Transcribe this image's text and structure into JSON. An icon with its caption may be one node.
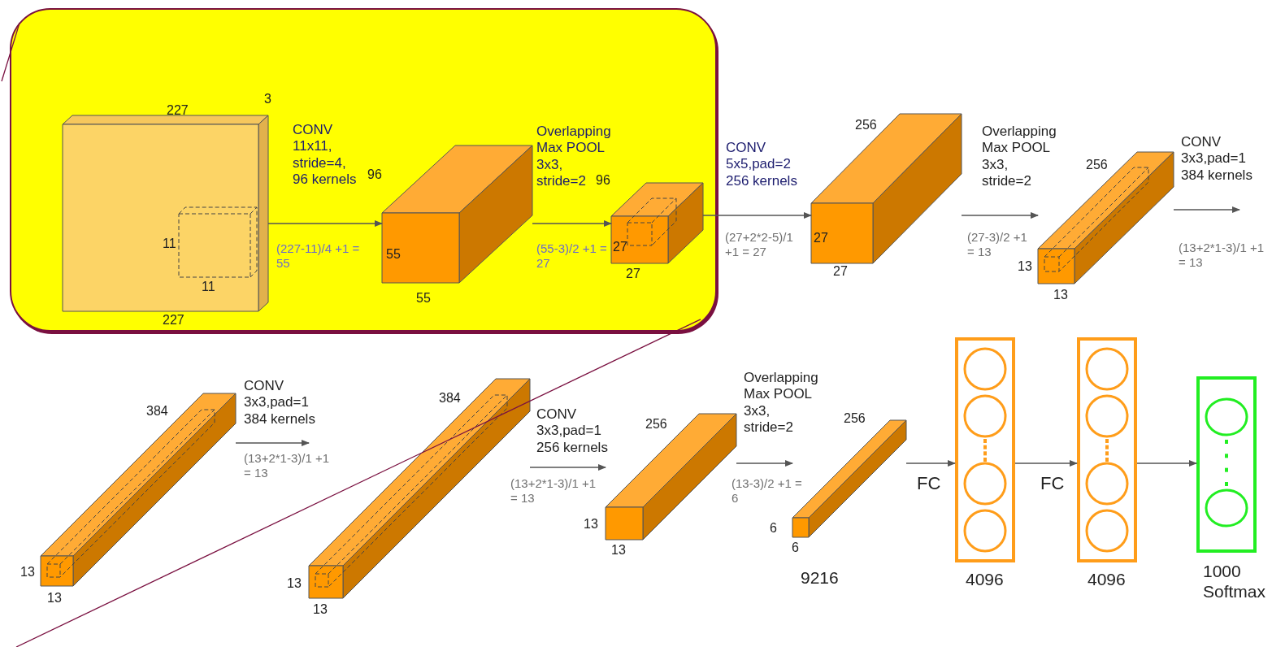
{
  "diagram": {
    "nodes": [
      {
        "text": [],
        "shape": "box"
      },
      {
        "text": [
          "11",
          "11"
        ],
        "in": 0,
        "beside": [
          "227",
          "3",
          "227"
        ]
      },
      {
        "text": [
          "55"
        ],
        "in": 0,
        "beside": [
          "96",
          "55"
        ]
      },
      {
        "text": [
          "27"
        ],
        "in": 0,
        "beside": [
          "96",
          "27"
        ]
      },
      {
        "text": [
          "27"
        ],
        "beside": [
          "256",
          "27"
        ]
      },
      {
        "text": [],
        "shape": "box",
        "beside": [
          "256",
          "13",
          "13"
        ]
      },
      {
        "text": [],
        "shape": "box",
        "beside": [
          "384",
          "13",
          "13"
        ]
      },
      {
        "text": [],
        "shape": "box",
        "beside": [
          "384",
          "13",
          "13"
        ]
      },
      {
        "text": [],
        "shape": "box",
        "beside": [
          "256",
          "13",
          "13"
        ]
      },
      {
        "text": [],
        "shape": "box",
        "beside": [
          "256",
          "6",
          "6",
          "9216"
        ]
      },
      {
        "text": [],
        "shape": "box",
        "beside": [
          "4096"
        ]
      },
      {
        "text": [],
        "shape": "box",
        "beside": [
          "4096"
        ]
      },
      {
        "text": [],
        "shape": "box",
        "beside": [
          "1000 Softmax"
        ]
      }
    ],
    "edges": [
      {
        "from": 1,
        "to": 2,
        "arrow": "to",
        "label": "CONV 11x11, stride=4, 96 kernels"
      },
      {
        "from": 2,
        "to": 3,
        "arrow": "to",
        "label": "Overlapping Max POOL 3x3, stride=2"
      },
      {
        "from": 3,
        "to": 4,
        "arrow": "to",
        "label": "CONV 5x5,pad=2 256 kernels"
      },
      {
        "from": 4,
        "to": 5,
        "arrow": "to",
        "label": "Overlapping Max POOL 3x3, stride=2"
      },
      {
        "from": 5,
        "to": null,
        "arrow": "to",
        "label": "CONV 3x3,pad=1 384 kernels"
      },
      {
        "from": 6,
        "to": 7,
        "arrow": "to",
        "label": "CONV 3x3,pad=1 384 kernels"
      },
      {
        "from": 7,
        "to": 8,
        "arrow": "to",
        "label": "CONV 3x3,pad=1 256 kernels"
      },
      {
        "from": 8,
        "to": 9,
        "arrow": "to",
        "label": "Overlapping Max POOL 3x3, stride=2"
      },
      {
        "from": 9,
        "to": 10,
        "arrow": "to",
        "label": "FC"
      },
      {
        "from": 10,
        "to": 11,
        "arrow": "to",
        "label": "FC"
      },
      {
        "from": 11,
        "to": 12,
        "arrow": "to"
      },
      {
        "from": 0,
        "to": null,
        "arrow": "none",
        "color": "#7a1040"
      },
      {
        "from": 0,
        "to": null,
        "arrow": "none",
        "color": "#7a1040"
      }
    ],
    "labels": [
      "(227-11)/4 +1 = 55",
      "(55-3)/2 +1 = 27",
      "(27+2*2-5)/1 +1 = 27",
      "(27-3)/2 +1 = 13",
      "(13+2*1-3)/1 +1 = 13",
      "(13+2*1-3)/1 +1 = 13",
      "(13+2*1-3)/1 +1 = 13",
      "(13-3)/2 +1 = 6"
    ]
  }
}
